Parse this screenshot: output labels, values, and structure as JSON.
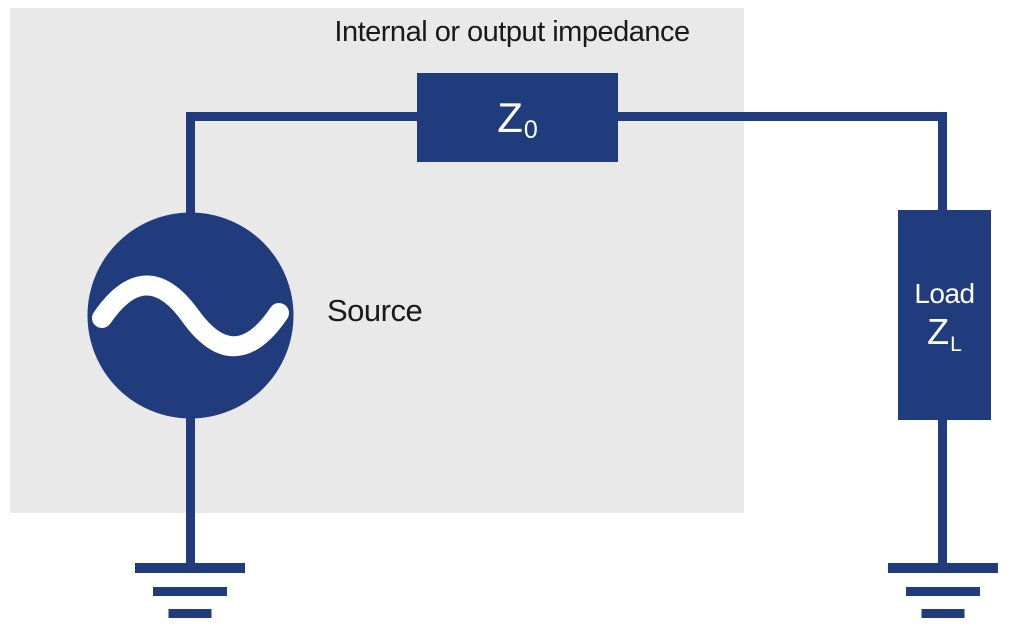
{
  "diagram": {
    "title": "Internal or output impedance",
    "source": {
      "label": "Source"
    },
    "impedance": {
      "letter": "Z",
      "subscript": "0"
    },
    "load": {
      "label": "Load",
      "letter": "Z",
      "subscript": "L"
    },
    "colors": {
      "navy": "#213c7d",
      "panel_gray": "#e9e9e9",
      "background": "#ffffff",
      "text": "#1a1a1a",
      "wave_white": "#ffffff"
    }
  }
}
